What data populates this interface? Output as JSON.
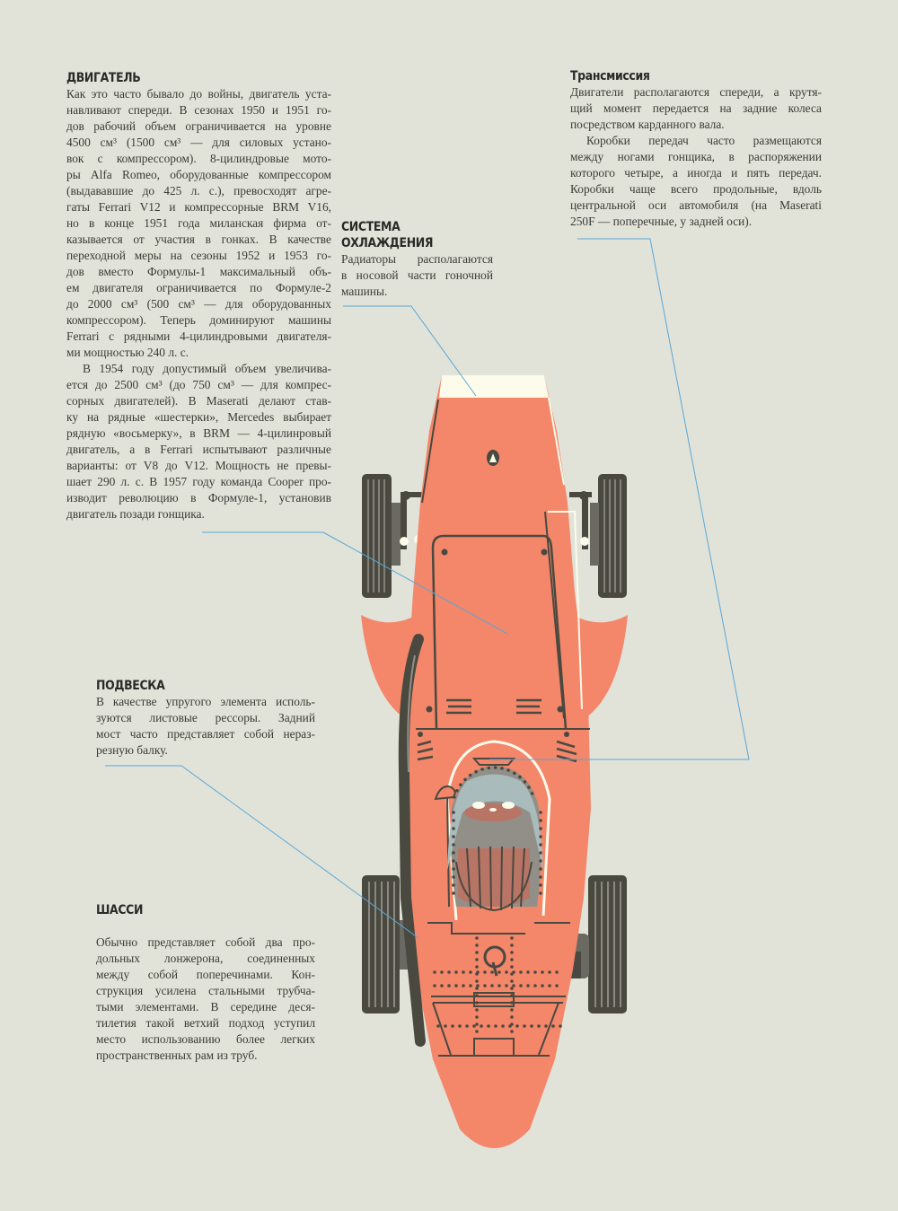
{
  "sections": {
    "engine": {
      "title": "ДВИГАТЕЛЬ",
      "paragraphs": [
        {
          "lines": [
            "Как это часто бывало до войны, двигатель уста-",
            "навливают спереди. В сезонах 1950 и 1951 го-",
            "дов рабочий объем ограничивается на уровне",
            "4500 см³ (1500 см³ — для силовых устано-",
            "вок с компрессором). 8-цилиндровые мото-",
            "ры Alfa Romeo, оборудованные компрессором",
            "(выдававшие до 425 л. с.), превосходят агре-",
            "гаты Ferrari V12 и компрессорные BRM V16,",
            "но в конце 1951 года миланская фирма от-",
            "казывается от участия в гонках. В качестве",
            "переходной меры на сезоны 1952 и 1953 го-",
            "дов вместо Формулы-1 максимальный объ-",
            "ем двигателя ограничивается по Формуле-2",
            "до 2000 см³ (500 см³ — для оборудованных",
            "компрессором). Теперь доминируют машины",
            "Ferrari с рядными 4-цилиндровыми двигателя-",
            "ми мощностью 240 л. с."
          ]
        },
        {
          "lines": [
            "В 1954 году допустимый объем увеличива-",
            "ется до 2500 см³ (до 750 см³ — для компрес-",
            "сорных двигателей). В Maserati делают став-",
            "ку на рядные «шестерки», Mercedes выбирает",
            "рядную «восьмерку», в BRM — 4-цилинровый",
            "двигатель, а в Ferrari испытывают различные",
            "варианты: от V8 до V12. Мощность не превы-",
            "шает 290 л. с. В 1957 году команда Cooper про-",
            "изводит революцию в Формуле-1, установив",
            "двигатель позади гонщика."
          ]
        }
      ]
    },
    "cooling": {
      "title_lines": [
        "СИСТЕМА",
        "ОХЛАЖДЕНИЯ"
      ],
      "paragraphs": [
        {
          "lines": [
            "Радиаторы располагаются",
            "в носовой части гоночной",
            "машины."
          ]
        }
      ]
    },
    "transmission": {
      "title": "Трансмиссия",
      "paragraphs": [
        {
          "lines": [
            "Двигатели располагаются спереди, а крутя-",
            "щий момент передается на задние колеса",
            "посредством карданного вала."
          ]
        },
        {
          "lines": [
            "Коробки передач часто размещаются",
            "между ногами гонщика, в распоряжении",
            "которого четыре, а иногда и пять передач.",
            "Коробки чаще всего продольные, вдоль",
            "центральной оси автомобиля (на Maserati",
            "250F — поперечные, у задней оси)."
          ]
        }
      ]
    },
    "suspension": {
      "title": "ПОДВЕСКА",
      "paragraphs": [
        {
          "lines": [
            "В качестве упругого элемента исполь-",
            "зуются листовые рессоры. Задний",
            "мост часто представляет собой нераз-",
            "резную балку."
          ]
        }
      ]
    },
    "chassis": {
      "title": "ШАССИ",
      "paragraphs": [
        {
          "lines": [
            "Обычно представляет собой два про-",
            "дольных лонжерона, соединенных",
            "между собой поперечинами. Кон-",
            "струкция усилена стальными трубча-",
            "тыми элементами. В середине деся-",
            "тилетия такой ветхий подход уступил",
            "место использованию более легких",
            "пространственных рам из труб."
          ]
        }
      ]
    }
  },
  "colors": {
    "background": "#e1e3d9",
    "body": "#f4866a",
    "dark": "#4a4940",
    "cream": "#fdfbea",
    "helmet": "#a9bbbb",
    "grey": "#918f87",
    "leader": "#5aa6d6"
  }
}
